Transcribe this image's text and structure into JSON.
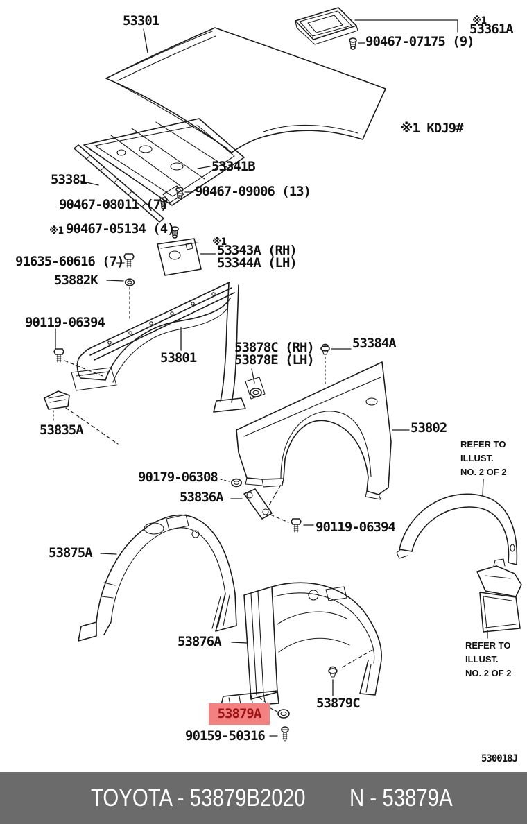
{
  "diagram": {
    "callouts": {
      "hood": "53301",
      "vent_note": "※1",
      "vent": "53361A",
      "vent_clip": "90467-07175 (9)",
      "model_note": "※1 KDJ9#",
      "hood_inner": "53341B",
      "seal": "53381",
      "clip_09006": "90467-09006 (13)",
      "clip_08011": "90467-08011 (7)",
      "clip_05134_note": "※1",
      "clip_05134": "90467-05134 (4)",
      "bracket_note": "※1",
      "bracket_rh": "53343A (RH)",
      "bracket_lh": "53344A (LH)",
      "bolt_91635": "91635-60616 (7)",
      "grommet_53882k": "53882K",
      "bolt_90119_left": "90119-06394",
      "support_53835a": "53835A",
      "apron": "53801",
      "stay_rh": "53878C (RH)",
      "stay_lh": "53878E (LH)",
      "clip_53384a": "53384A",
      "fender": "53802",
      "grommet_90179": "90179-06308",
      "bracket_53836a": "53836A",
      "bolt_90119_right": "90119-06394",
      "liner_rh": "53875A",
      "liner_lh": "53876A",
      "clip_53879c": "53879C",
      "pad_53879a": "53879A",
      "screw_90159": "90159-50316"
    },
    "refer_note": [
      "REFER TO",
      "ILLUST.",
      "NO. 2 OF 2"
    ],
    "drawing_code": "530018J",
    "highlight": {
      "part": "53879A",
      "background": "#f48181",
      "color": "#9b1313"
    }
  },
  "footer": {
    "left": "TOYOTA - 53879B2020",
    "right": "N - 53879A"
  }
}
